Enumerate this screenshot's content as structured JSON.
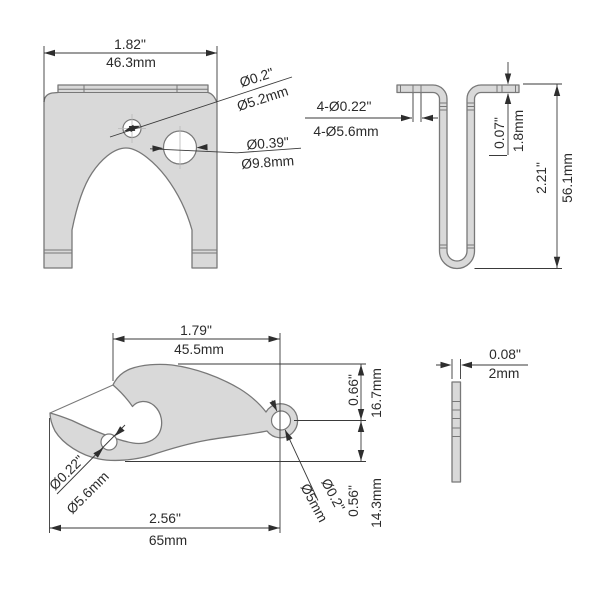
{
  "views": {
    "front": {
      "width_in": "1.82\"",
      "width_mm": "46.3mm",
      "small_hole_in": "Ø0.2\"",
      "small_hole_mm": "Ø5.2mm",
      "large_hole_in": "Ø0.39\"",
      "large_hole_mm": "Ø9.8mm"
    },
    "side": {
      "holes_in": "4-Ø0.22\"",
      "holes_mm": "4-Ø5.6mm",
      "thickness_in": "0.07\"",
      "thickness_mm": "1.8mm",
      "height_in": "2.21\"",
      "height_mm": "56.1mm"
    },
    "top": {
      "span_in": "1.79\"",
      "span_mm": "45.5mm",
      "left_hole_in": "Ø0.22\"",
      "left_hole_mm": "Ø5.6mm",
      "right_hole_in": "Ø0.2\"",
      "right_hole_mm": "Ø5mm",
      "upper_offset_in": "0.66\"",
      "upper_offset_mm": "16.7mm",
      "lower_offset_in": "0.56\"",
      "lower_offset_mm": "14.3mm",
      "length_in": "2.56\"",
      "length_mm": "65mm"
    },
    "edge": {
      "thickness_in": "0.08\"",
      "thickness_mm": "2mm"
    }
  },
  "colors": {
    "background": "#ffffff",
    "part_fill": "#d9d9d9",
    "part_outline": "#787878",
    "dimension_line": "#3a3a3a",
    "text": "#2b2b2b",
    "centerline": "#b8b8b8"
  }
}
